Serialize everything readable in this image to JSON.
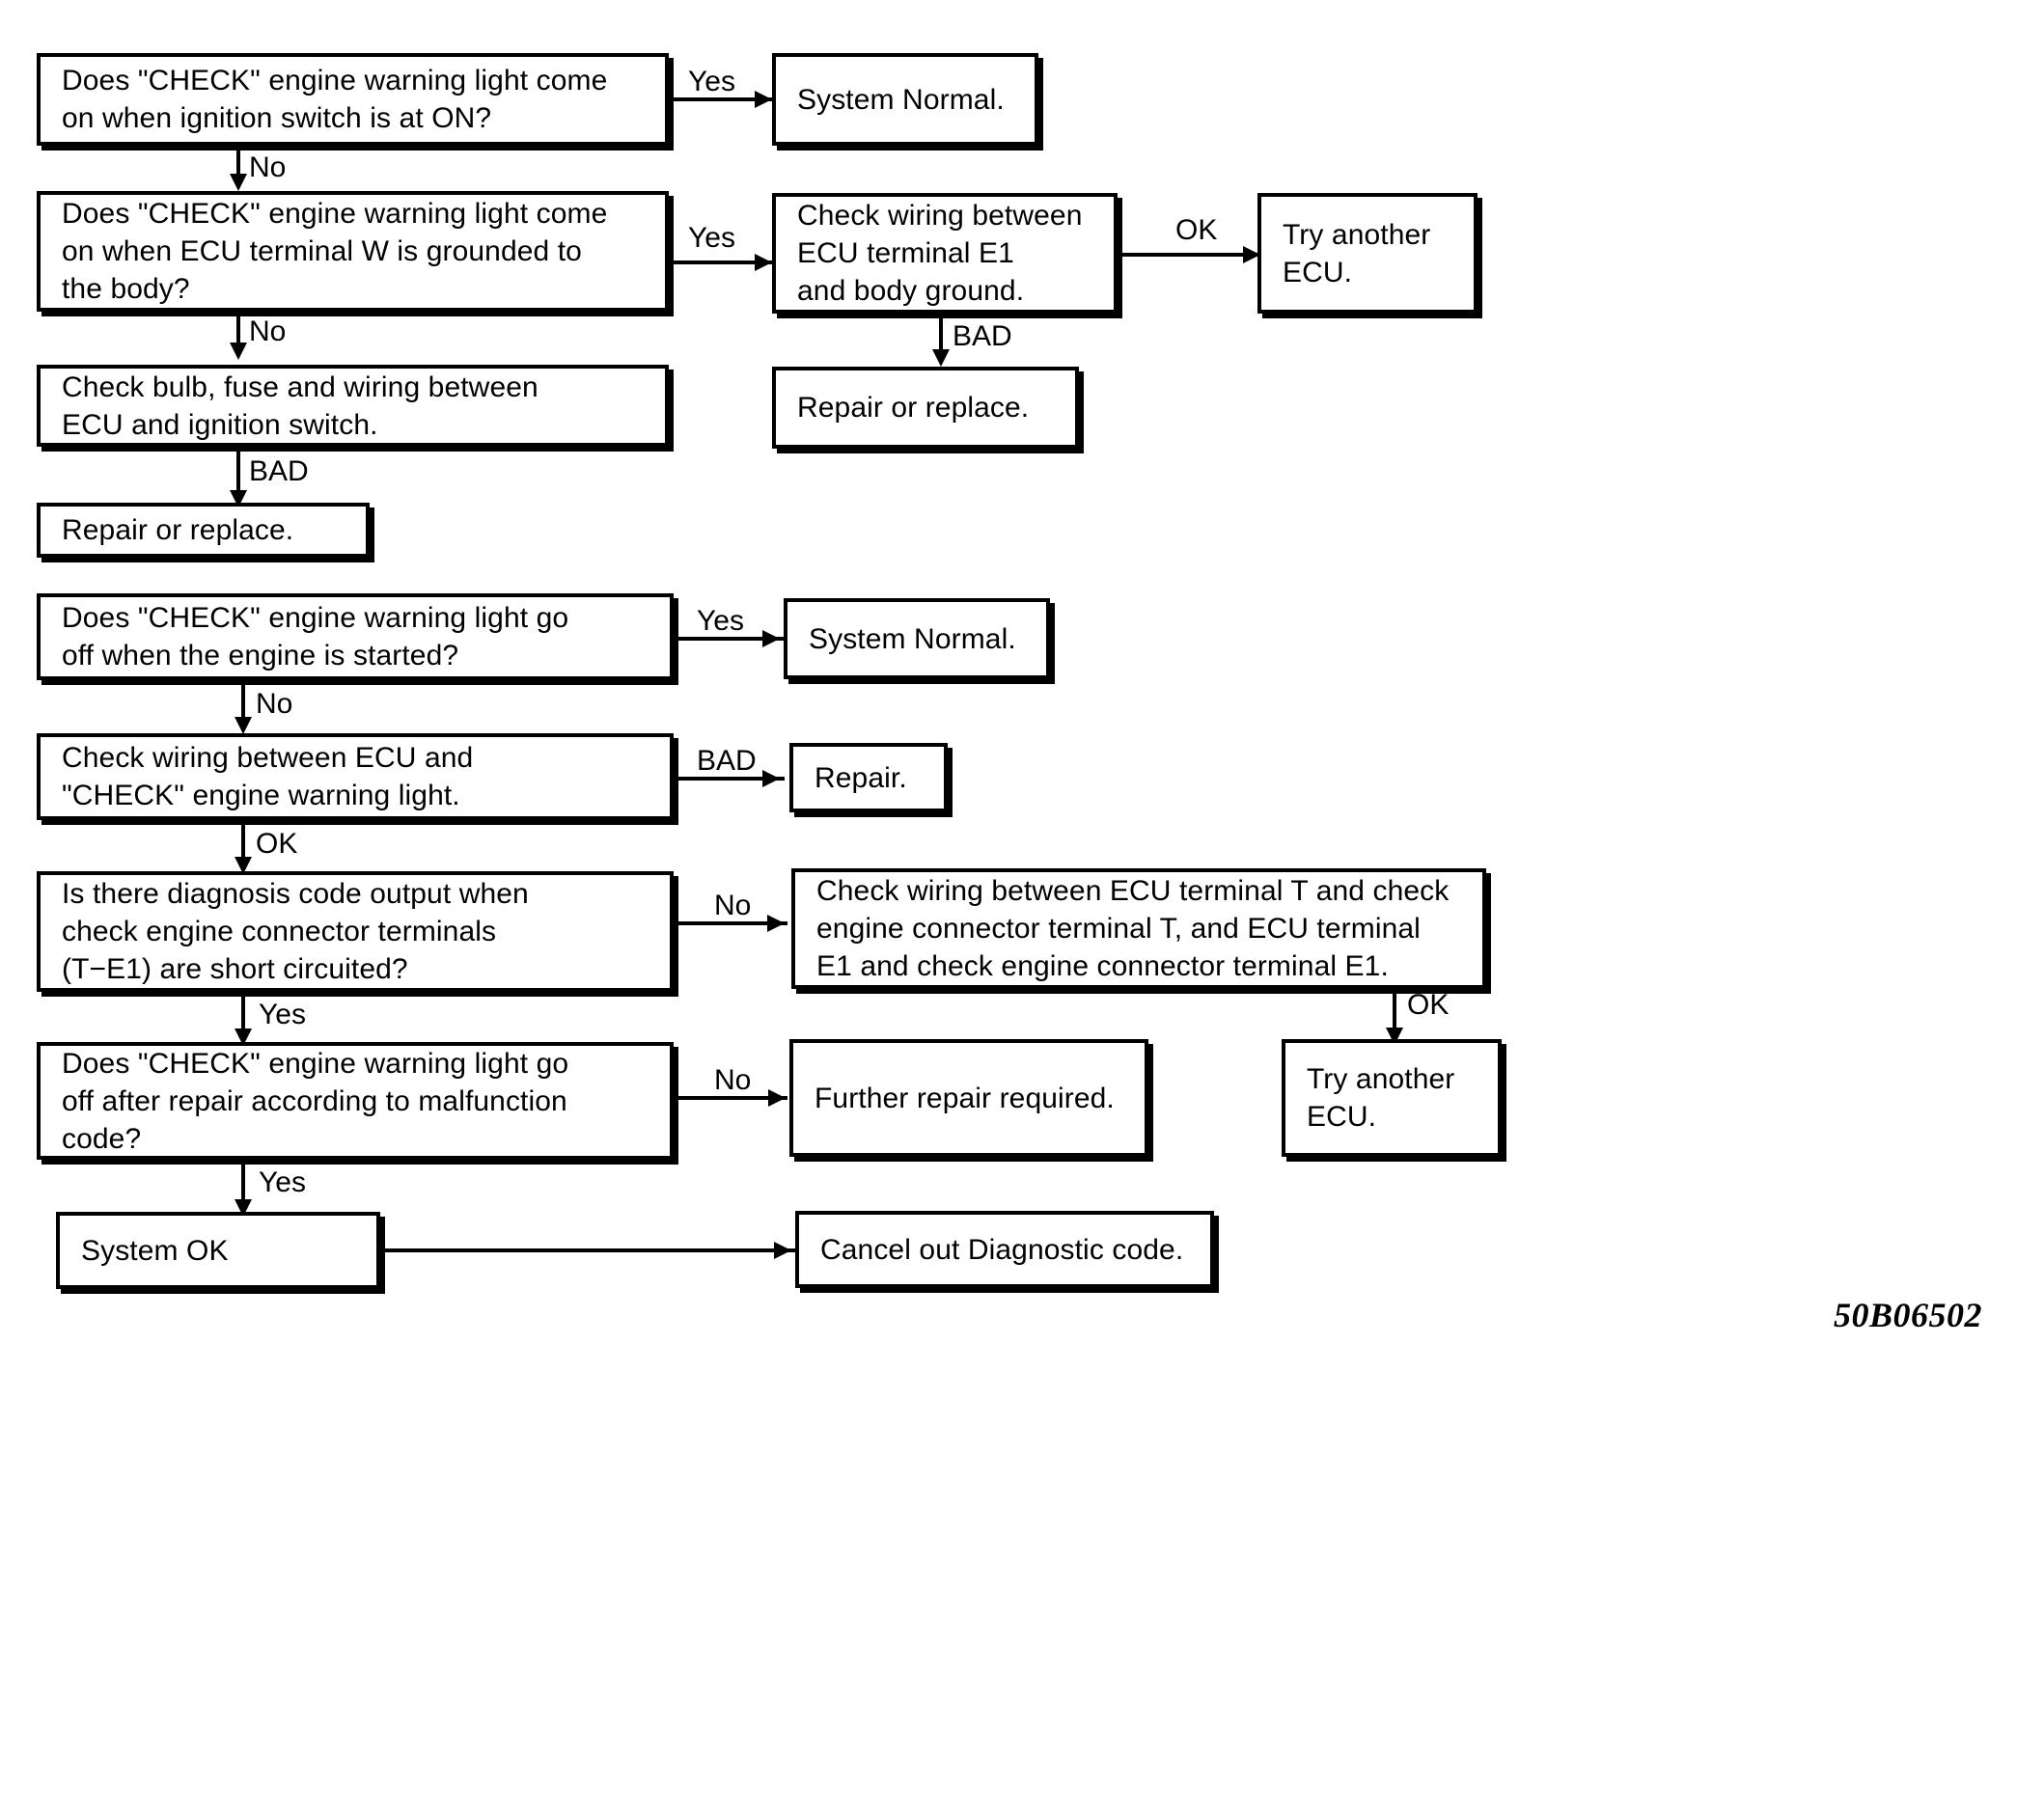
{
  "figure": {
    "reference_code": "50B06502"
  },
  "nodes": {
    "q1": {
      "text": "Does \"CHECK\" engine warning light come\non when ignition switch is at ON?"
    },
    "normal1": {
      "text": "System Normal."
    },
    "q2": {
      "text": "Does \"CHECK\" engine warning light come\non when ECU terminal W is grounded to\nthe body?"
    },
    "check_e1": {
      "text": "Check wiring between\nECU terminal E1\nand body ground."
    },
    "try_ecu1": {
      "text": "Try another\nECU."
    },
    "repair1": {
      "text": "Repair or replace."
    },
    "check_bulb": {
      "text": "Check bulb, fuse and wiring between\nECU and ignition switch."
    },
    "repair2": {
      "text": "Repair or replace."
    },
    "q3": {
      "text": "Does \"CHECK\" engine warning light go\noff when the engine is started?"
    },
    "normal2": {
      "text": "System Normal."
    },
    "check_wire": {
      "text": "Check wiring between ECU and\n\"CHECK\" engine warning light."
    },
    "repair3": {
      "text": "Repair."
    },
    "q4": {
      "text": "Is there diagnosis code output when\ncheck engine connector terminals\n(T−E1) are short circuited?"
    },
    "check_t": {
      "text": "Check wiring between ECU terminal T and check\nengine connector terminal T, and ECU terminal\nE1 and check engine connector terminal E1."
    },
    "try_ecu2": {
      "text": "Try another\nECU."
    },
    "q5": {
      "text": "Does \"CHECK\" engine warning light go\noff after repair according to malfunction\ncode?"
    },
    "further": {
      "text": "Further repair required."
    },
    "system_ok": {
      "text": "System OK"
    },
    "cancel": {
      "text": "Cancel out Diagnostic code."
    }
  },
  "edges": {
    "q1_yes": {
      "label": "Yes"
    },
    "q1_no": {
      "label": "No"
    },
    "q2_yes": {
      "label": "Yes"
    },
    "q2_no": {
      "label": "No"
    },
    "e1_ok": {
      "label": "OK"
    },
    "e1_bad": {
      "label": "BAD"
    },
    "bulb_bad": {
      "label": "BAD"
    },
    "q3_yes": {
      "label": "Yes"
    },
    "q3_no": {
      "label": "No"
    },
    "wire_bad": {
      "label": "BAD"
    },
    "wire_ok": {
      "label": "OK"
    },
    "q4_no": {
      "label": "No"
    },
    "q4_yes": {
      "label": "Yes"
    },
    "checkt_ok": {
      "label": "OK"
    },
    "q5_no": {
      "label": "No"
    },
    "q5_yes": {
      "label": "Yes"
    }
  }
}
